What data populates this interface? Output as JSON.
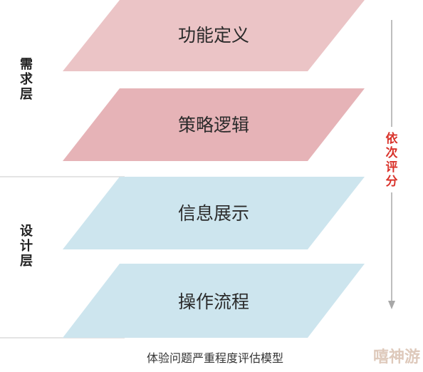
{
  "layers": [
    {
      "label": "功能定义",
      "color": "#ebc4c6"
    },
    {
      "label": "策略逻辑",
      "color": "#e6b3b7"
    },
    {
      "label": "信息展示",
      "color": "#cde5ee"
    },
    {
      "label": "操作流程",
      "color": "#cde5ee"
    }
  ],
  "groups": [
    {
      "label": "需求层",
      "chars": [
        "需",
        "求",
        "层"
      ]
    },
    {
      "label": "设计层",
      "chars": [
        "设",
        "计",
        "层"
      ]
    }
  ],
  "arrow": {
    "label": "依次评分",
    "chars": [
      "依",
      "次",
      "评",
      "分"
    ],
    "color": "#d9332b"
  },
  "caption": "体验问题严重程度评估模型",
  "watermark": "嘻神游"
}
